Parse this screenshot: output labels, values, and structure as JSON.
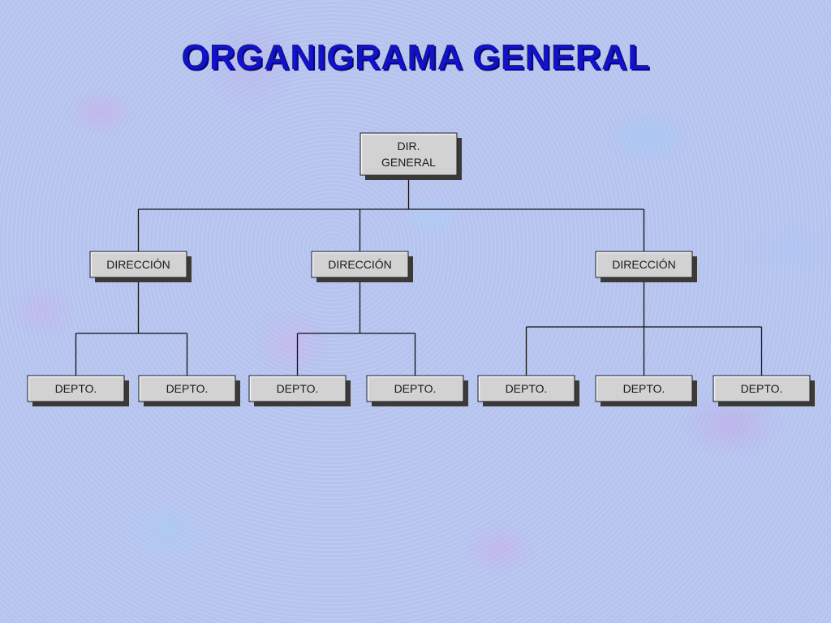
{
  "title": "ORGANIGRAMA GENERAL",
  "colors": {
    "title": "#1212c8",
    "box_fill": "#d2d2d2",
    "box_shadow": "#3a3a3a",
    "connector": "#111111",
    "background": "#b7c5ef"
  },
  "org": {
    "root": {
      "label_lines": [
        "DIR.",
        "GENERAL"
      ]
    },
    "directions": [
      {
        "label": "DIRECCIÓN",
        "departments": [
          "DEPTO.",
          "DEPTO."
        ]
      },
      {
        "label": "DIRECCIÓN",
        "departments": [
          "DEPTO.",
          "DEPTO."
        ]
      },
      {
        "label": "DIRECCIÓN",
        "departments": [
          "DEPTO.",
          "DEPTO.",
          "DEPTO."
        ]
      }
    ]
  }
}
